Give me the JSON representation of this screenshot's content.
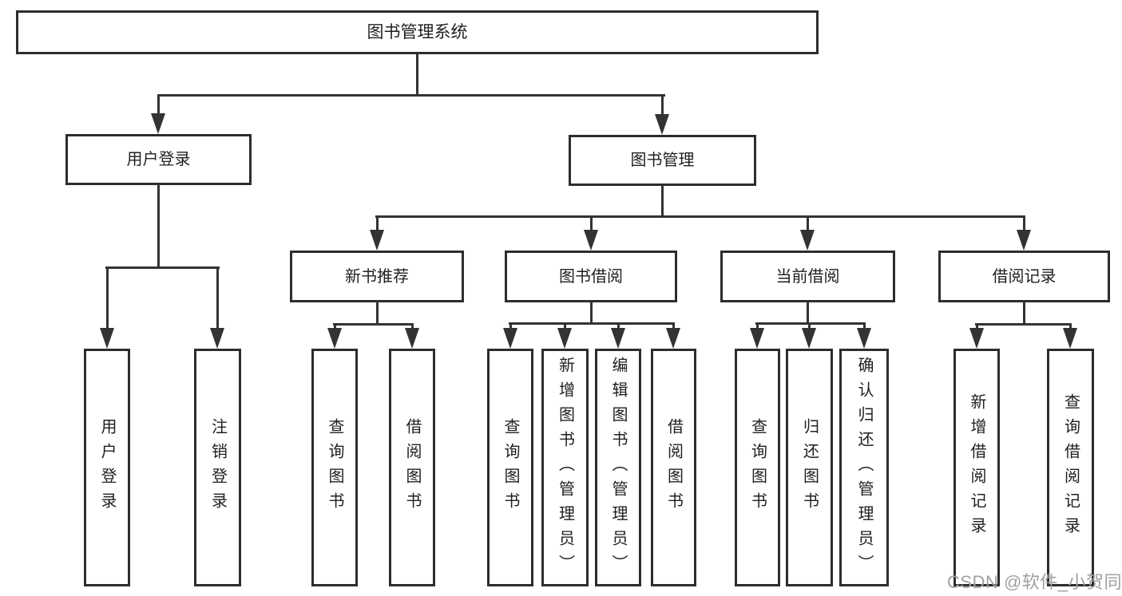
{
  "nodes": {
    "root": "图书管理系统",
    "user_login": "用户登录",
    "book_mgmt": "图书管理",
    "new_book": "新书推荐",
    "book_borrow": "图书借阅",
    "current_borrow": "当前借阅",
    "borrow_record": "借阅记录",
    "a1": "用户登录",
    "a2": "注销登录",
    "b1": "查询图书",
    "b2": "借阅图书",
    "c1": "查询图书",
    "c2": "新增图书（管理员）",
    "c3": "编辑图书（管理员）",
    "c4": "借阅图书",
    "d1": "查询图书",
    "d2": "归还图书",
    "d3": "确认归还（管理员）",
    "e1": "新增借阅记录",
    "e2": "查询借阅记录"
  },
  "edges": [
    {
      "from": "图书管理系统",
      "to": "用户登录"
    },
    {
      "from": "图书管理系统",
      "to": "图书管理"
    },
    {
      "from": "用户登录",
      "to": "用户登录"
    },
    {
      "from": "用户登录",
      "to": "注销登录"
    },
    {
      "from": "图书管理",
      "to": "新书推荐"
    },
    {
      "from": "图书管理",
      "to": "图书借阅"
    },
    {
      "from": "图书管理",
      "to": "当前借阅"
    },
    {
      "from": "图书管理",
      "to": "借阅记录"
    },
    {
      "from": "新书推荐",
      "to": "查询图书"
    },
    {
      "from": "新书推荐",
      "to": "借阅图书"
    },
    {
      "from": "图书借阅",
      "to": "查询图书"
    },
    {
      "from": "图书借阅",
      "to": "新增图书（管理员）"
    },
    {
      "from": "图书借阅",
      "to": "编辑图书（管理员）"
    },
    {
      "from": "图书借阅",
      "to": "借阅图书"
    },
    {
      "from": "当前借阅",
      "to": "查询图书"
    },
    {
      "from": "当前借阅",
      "to": "归还图书"
    },
    {
      "from": "当前借阅",
      "to": "确认归还（管理员）"
    },
    {
      "from": "借阅记录",
      "to": "新增借阅记录"
    },
    {
      "from": "借阅记录",
      "to": "查询借阅记录"
    }
  ],
  "watermark": "CSDN @软件_小贺同学",
  "colors": {
    "line": "#333333",
    "border": "#2d2d2d",
    "text": "#1f1f1f",
    "watermark": "#a0a0a0",
    "background": "#ffffff"
  }
}
